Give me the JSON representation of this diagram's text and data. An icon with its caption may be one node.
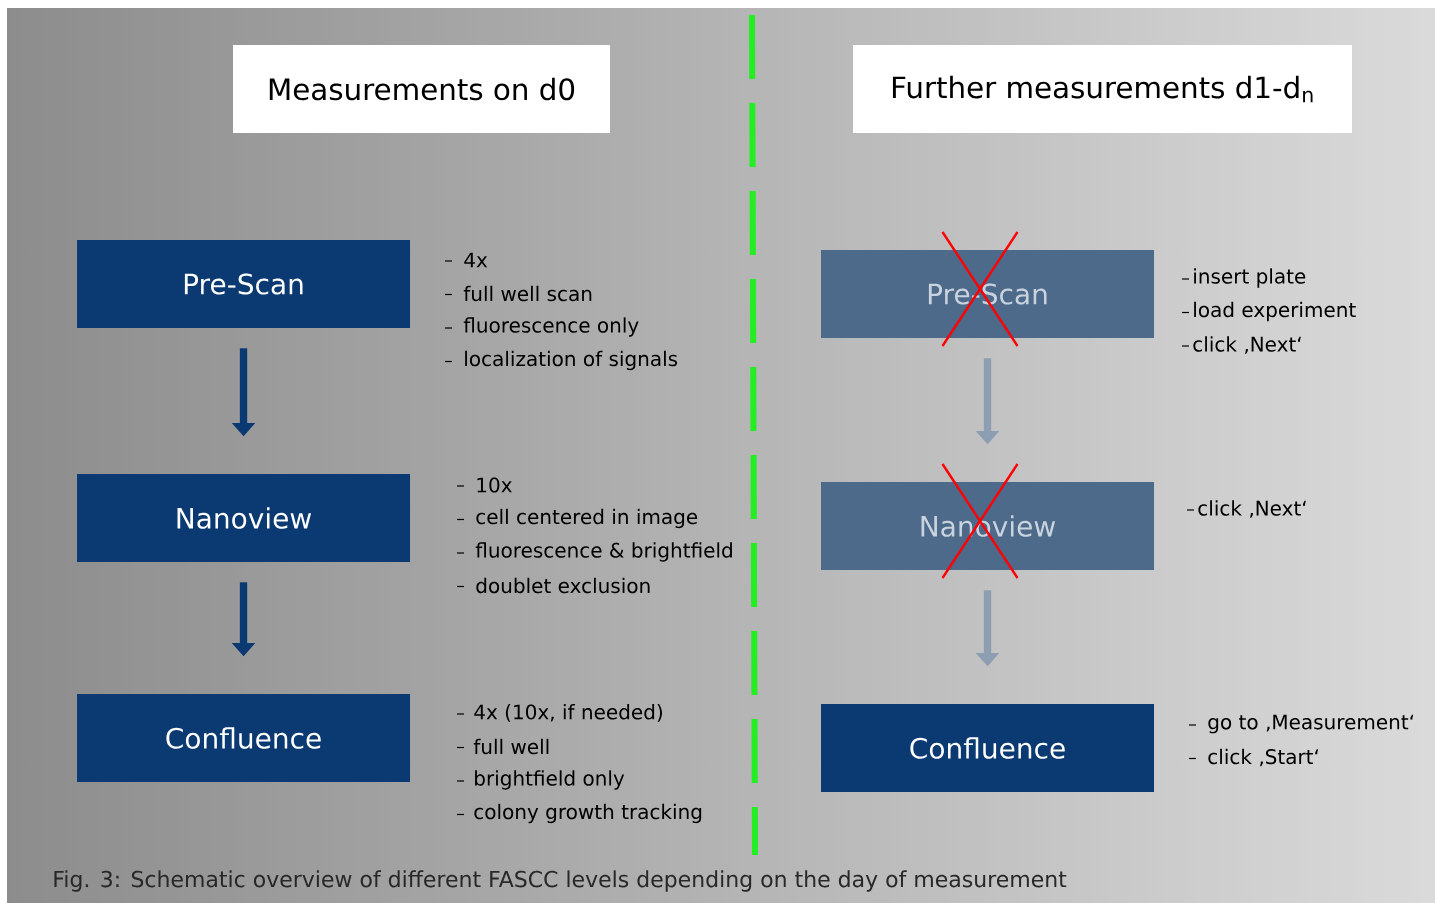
{
  "diagram": {
    "caption": "Fig. 3: Schematic overview of different FASCC levels depending on the day of measurement",
    "nodes": [
      {
        "text": [
          "Measurements on d0"
        ]
      },
      {
        "text": [
          "Further measurements d1-d$_{n}$"
        ]
      },
      {
        "text": [
          "Pre-Scan"
        ],
        "beside": [
          "4x",
          "full well scan",
          "fluorescence only",
          "localization of signals"
        ]
      },
      {
        "text": [
          "Nanoview"
        ],
        "beside": [
          "10x",
          "cell centered in image",
          "fluorescence & brightfield",
          "doublet exclusion"
        ]
      },
      {
        "text": [
          "Confluence"
        ],
        "beside": [
          "4x (10x, if needed)",
          "full well",
          "brightfield only",
          "colony growth tracking"
        ]
      },
      {
        "text": [
          "Pre-Scan"
        ],
        "beside": [
          "insert plate",
          "load experiment",
          "click ‚Next‘"
        ]
      },
      {
        "text": [
          "Nanoview"
        ],
        "beside": [
          "click ‚Next‘"
        ]
      },
      {
        "text": [
          "Confluence"
        ],
        "beside": [
          "go to ‚Measurement‘",
          "click ‚Start‘"
        ]
      }
    ],
    "edges": [
      {
        "from": 2,
        "to": 3,
        "arrow": "to"
      },
      {
        "from": 3,
        "to": 4,
        "arrow": "to"
      },
      {
        "from": 5,
        "to": 6,
        "arrow": "to",
        "color": "#8d9db2"
      },
      {
        "from": 6,
        "to": 7,
        "arrow": "to",
        "color": "#8d9db2"
      }
    ]
  }
}
